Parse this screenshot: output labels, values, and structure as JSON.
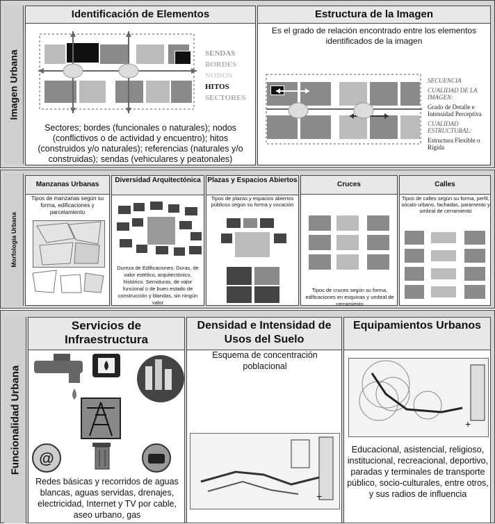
{
  "sections": {
    "imagen_urbana": "Imagen Urbana",
    "morfologia": "Morfología Urbana",
    "funcionalidad": "Funcionalidad Urbana"
  },
  "identificacion": {
    "title": "Identificación de Elementos",
    "legend": [
      "SENDAS",
      "BORDES",
      "NODOS",
      "HITOS",
      "SECTORES"
    ],
    "legend_colors": [
      "#9a9a9a",
      "#b5b5b5",
      "#d2d2d2",
      "#111111",
      "#aaaaaa"
    ],
    "description": "Sectores; bordes (funcionales o naturales); nodos (conflictivos o de actividad y encuentro); hitos (construidos y/o naturales); referencias (naturales y/o construidas); sendas (vehiculares y peatonales)"
  },
  "estructura": {
    "title": "Estructura de la Imagen",
    "description": "Es el grado de relación encontrado entre los elementos identificados de la imagen",
    "secuencia": "SECUENCIA",
    "cualidad_imagen": "CUALIDAD DE LA IMAGEN:",
    "cualidad_imagen_desc": "Grado de Detalle e Intensidad Perceptiva",
    "cualidad_estructural": "CUALIDAD ESTRUCTURAL:",
    "cualidad_estructural_desc": "Estructura Flexible o Rígida"
  },
  "morfologia": {
    "manzanas": {
      "title": "Manzanas Urbanas",
      "desc": "Tipos de manzanas según su forma, edificaciones y parcelamiento"
    },
    "diversidad": {
      "title": "Diversidad Arquitectónica",
      "desc": "Dureza de Edificaciones: Duras, de valor estético, arquitectónico, histórico. Semiduras, de valor funcional o de buen estado de construcción y blandas, sin ningún valor"
    },
    "plazas": {
      "title": "Plazas y Espacios Abiertos",
      "desc": "Tipos de plazas y espacios abiertos públicos según su forma y vocación"
    },
    "cruces": {
      "title": "Cruces",
      "desc": "Tipos de cruces según su forma, edificaciones en esquinas y umbral de cerramiento"
    },
    "calles": {
      "title": "Calles",
      "desc": "Tipos de calles según su forma, perfil, sócalo urbano, fachadas, paramento y umbral de cerramiento"
    }
  },
  "funcionalidad": {
    "servicios": {
      "title": "Servicios de Infraestructura",
      "desc": "Redes básicas y recorridos de aguas blancas, aguas servidas, drenajes, electricidad, Internet y TV por cable, aseo urbano, gas"
    },
    "densidad": {
      "title": "Densidad e Intensidad de Usos del Suelo",
      "desc": "Esquema de concentración poblacional"
    },
    "equipamientos": {
      "title": "Equipamientos Urbanos",
      "desc": "Educacional, asistencial, religioso, institucional, recreacional, deportivo, paradas y terminales de transporte público, socio-culturales, entre otros, y sus radios de influencia"
    }
  },
  "icons": [
    "water-tap-icon",
    "gas-heater-icon",
    "city-globe-icon",
    "power-tower-icon",
    "email-icon",
    "trash-can-icon",
    "telephone-icon"
  ]
}
